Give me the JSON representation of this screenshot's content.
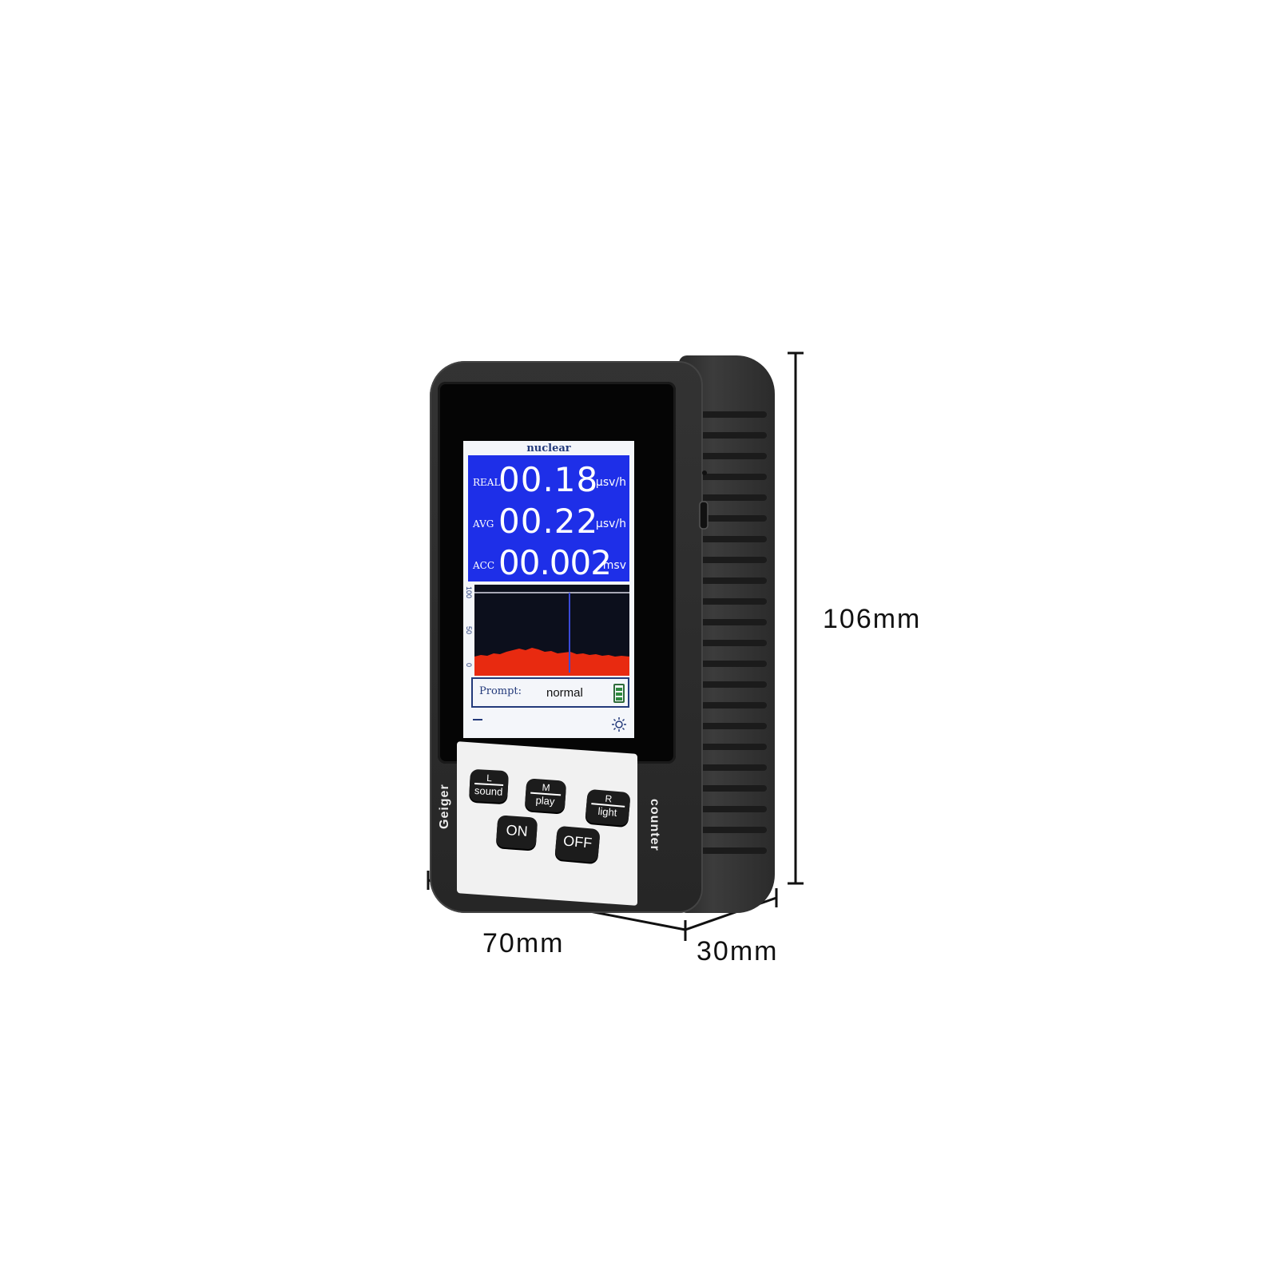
{
  "screen": {
    "title": "nuclear",
    "readings": [
      {
        "label": "REAL",
        "value": "00.18",
        "unit": "μsv/h"
      },
      {
        "label": "AVG",
        "value": "00.22",
        "unit": "μsv/h"
      },
      {
        "label": "ACC",
        "value": "00.002",
        "unit": "msv"
      }
    ],
    "graph_ticks": [
      "100",
      "50",
      "0"
    ],
    "prompt_label": "Prompt:",
    "prompt_value": "normal"
  },
  "panel": {
    "left_label": "Geiger",
    "right_label": "counter",
    "buttons": [
      {
        "top": "L",
        "bottom": "sound"
      },
      {
        "top": "M",
        "bottom": "play"
      },
      {
        "top": "R",
        "bottom": "light"
      }
    ],
    "on_label": "ON",
    "off_label": "OFF"
  },
  "dimensions": {
    "height": "106mm",
    "width": "70mm",
    "depth": "30mm"
  },
  "colors": {
    "lcd_blue": "#1e2fe8",
    "graph_red": "#e82a10",
    "body": "#2b2b2b"
  }
}
